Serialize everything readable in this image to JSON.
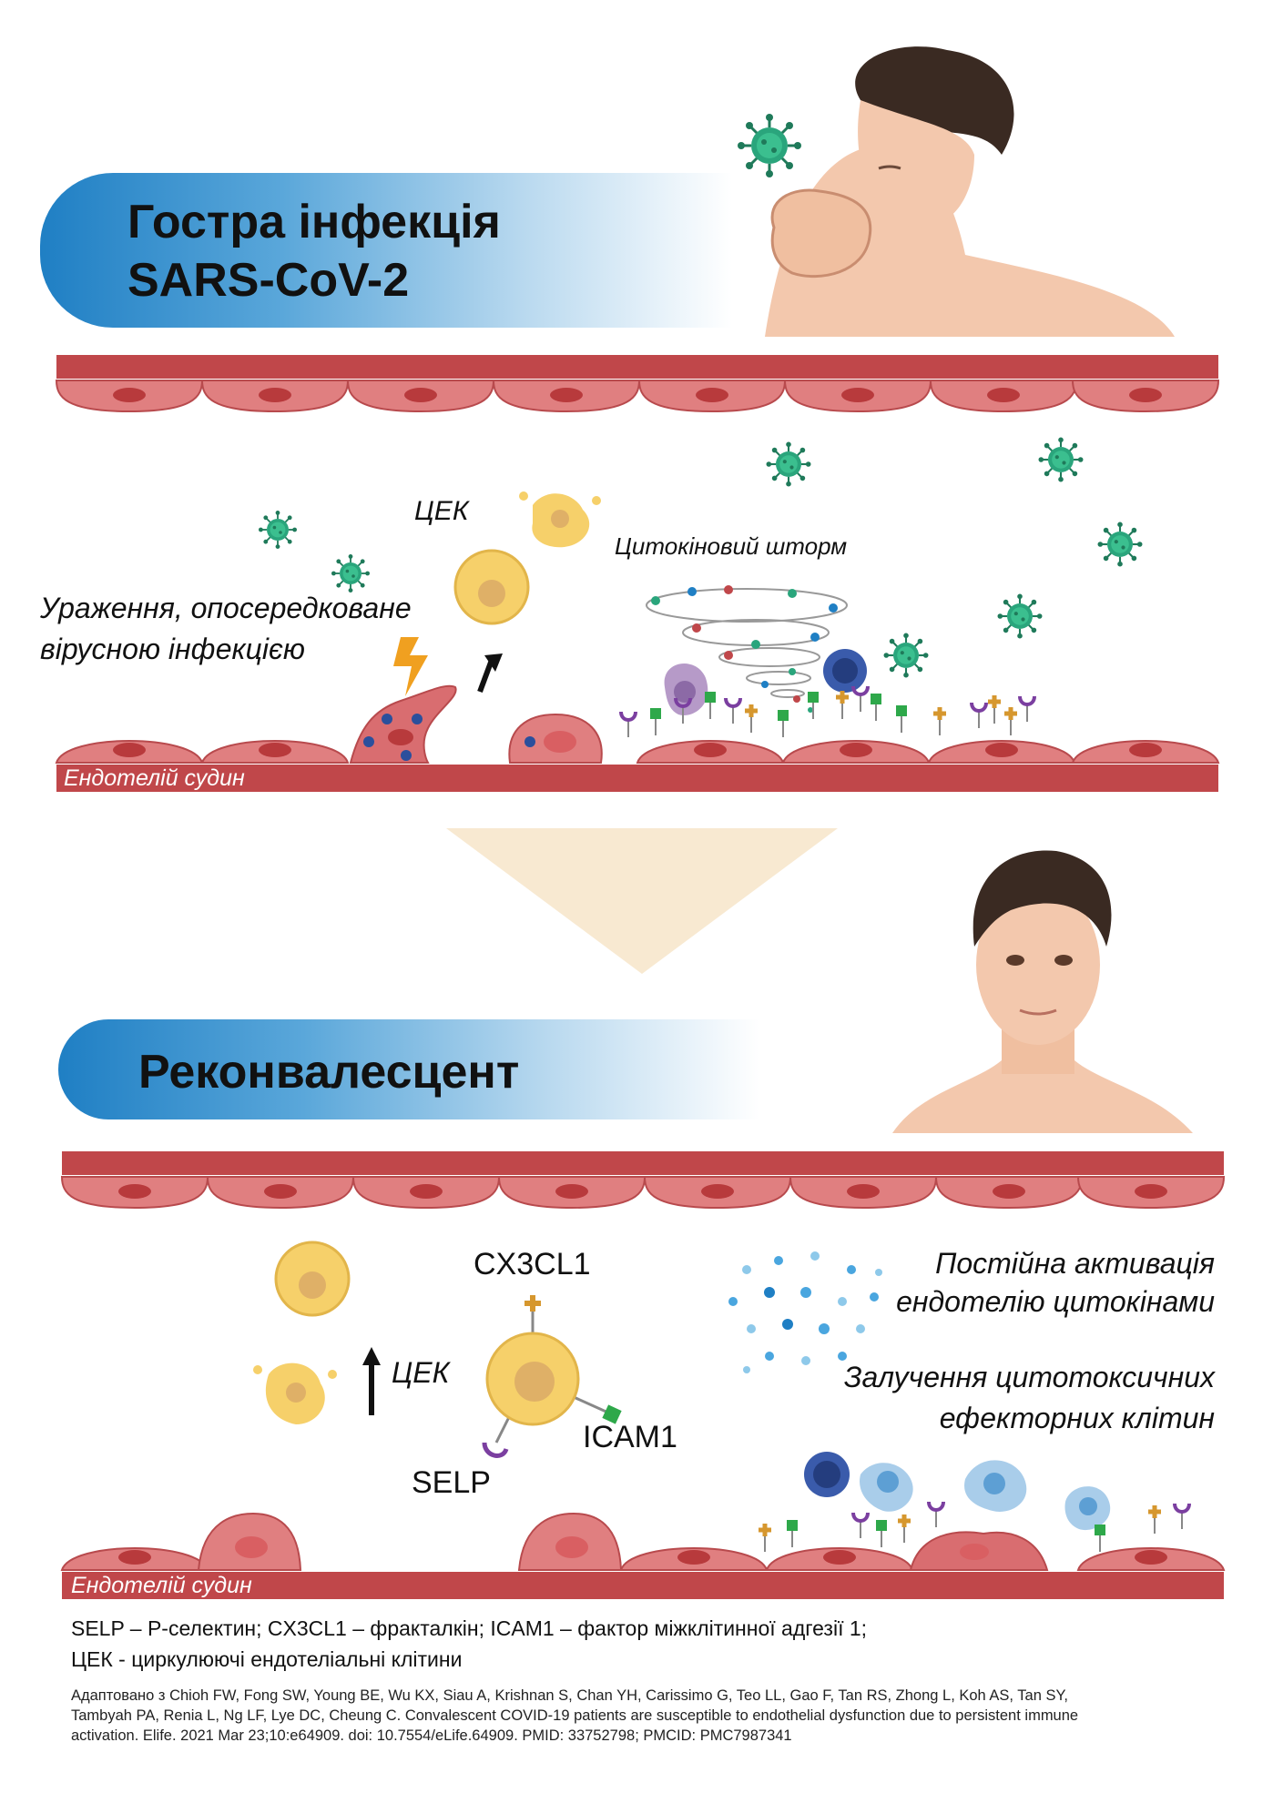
{
  "top_panel": {
    "title_line1": "Гостра інфекція",
    "title_line2": "SARS-CoV-2",
    "label_cek": "ЦЕК",
    "label_cytokine_storm": "Цитокіновий шторм",
    "label_virus_damage_line1": "Ураження, опосередковане",
    "label_virus_damage_line2": "вірусною інфекцією",
    "label_endothelium": "Ендотелій судин"
  },
  "bottom_panel": {
    "title": "Реконвалесцент",
    "label_cx3cl1": "CX3CL1",
    "label_icam1": "ICAM1",
    "label_selp": "SELP",
    "label_cek": "ЦЕК",
    "label_activation_line1": "Постійна активація",
    "label_activation_line2": "ендотелію цитокінами",
    "label_recruit_line1": "Залучення цитотоксичних",
    "label_recruit_line2": "ефекторних клітин",
    "label_endothelium": "Ендотелій судин"
  },
  "legend": {
    "line1": "SELP – P-селектин; CX3CL1 – фракталкін; ICAM1 – фактор міжклітинної адгезії 1;",
    "line2": "ЦЕК - циркулюючі ендотеліальні клітини"
  },
  "citation": {
    "line1": "Адаптовано з Chioh FW, Fong SW, Young BE, Wu KX, Siau A, Krishnan S, Chan YH, Carissimo G, Teo LL, Gao F, Tan RS, Zhong L, Koh AS, Tan SY,",
    "line2": "Tambyah PA, Renia L, Ng LF, Lye DC, Cheung C. Convalescent COVID-19 patients are susceptible to endothelial dysfunction due to persistent immune",
    "line3": "activation. Elife. 2021 Mar 23;10:e64909. doi: 10.7554/eLife.64909. PMID: 33752798; PMCID: PMC7987341"
  },
  "colors": {
    "vessel_wall": "#c0474a",
    "endothelial_cell": "#e07f80",
    "nucleus": "#b83a3c",
    "virus": "#2aa57c",
    "cec_cell": "#f6d06a",
    "banner_blue": "#1f7fc4",
    "skin": "#f3c8ad",
    "hair": "#3a2a22"
  },
  "icons": {
    "virus": "sars-cov-2-virus-icon",
    "lightning": "lightning-icon",
    "arrow_up": "arrow-up-icon",
    "tornado": "cytokine-storm-icon",
    "person_sick": "coughing-man-icon",
    "person_recovered": "recovered-man-icon"
  }
}
